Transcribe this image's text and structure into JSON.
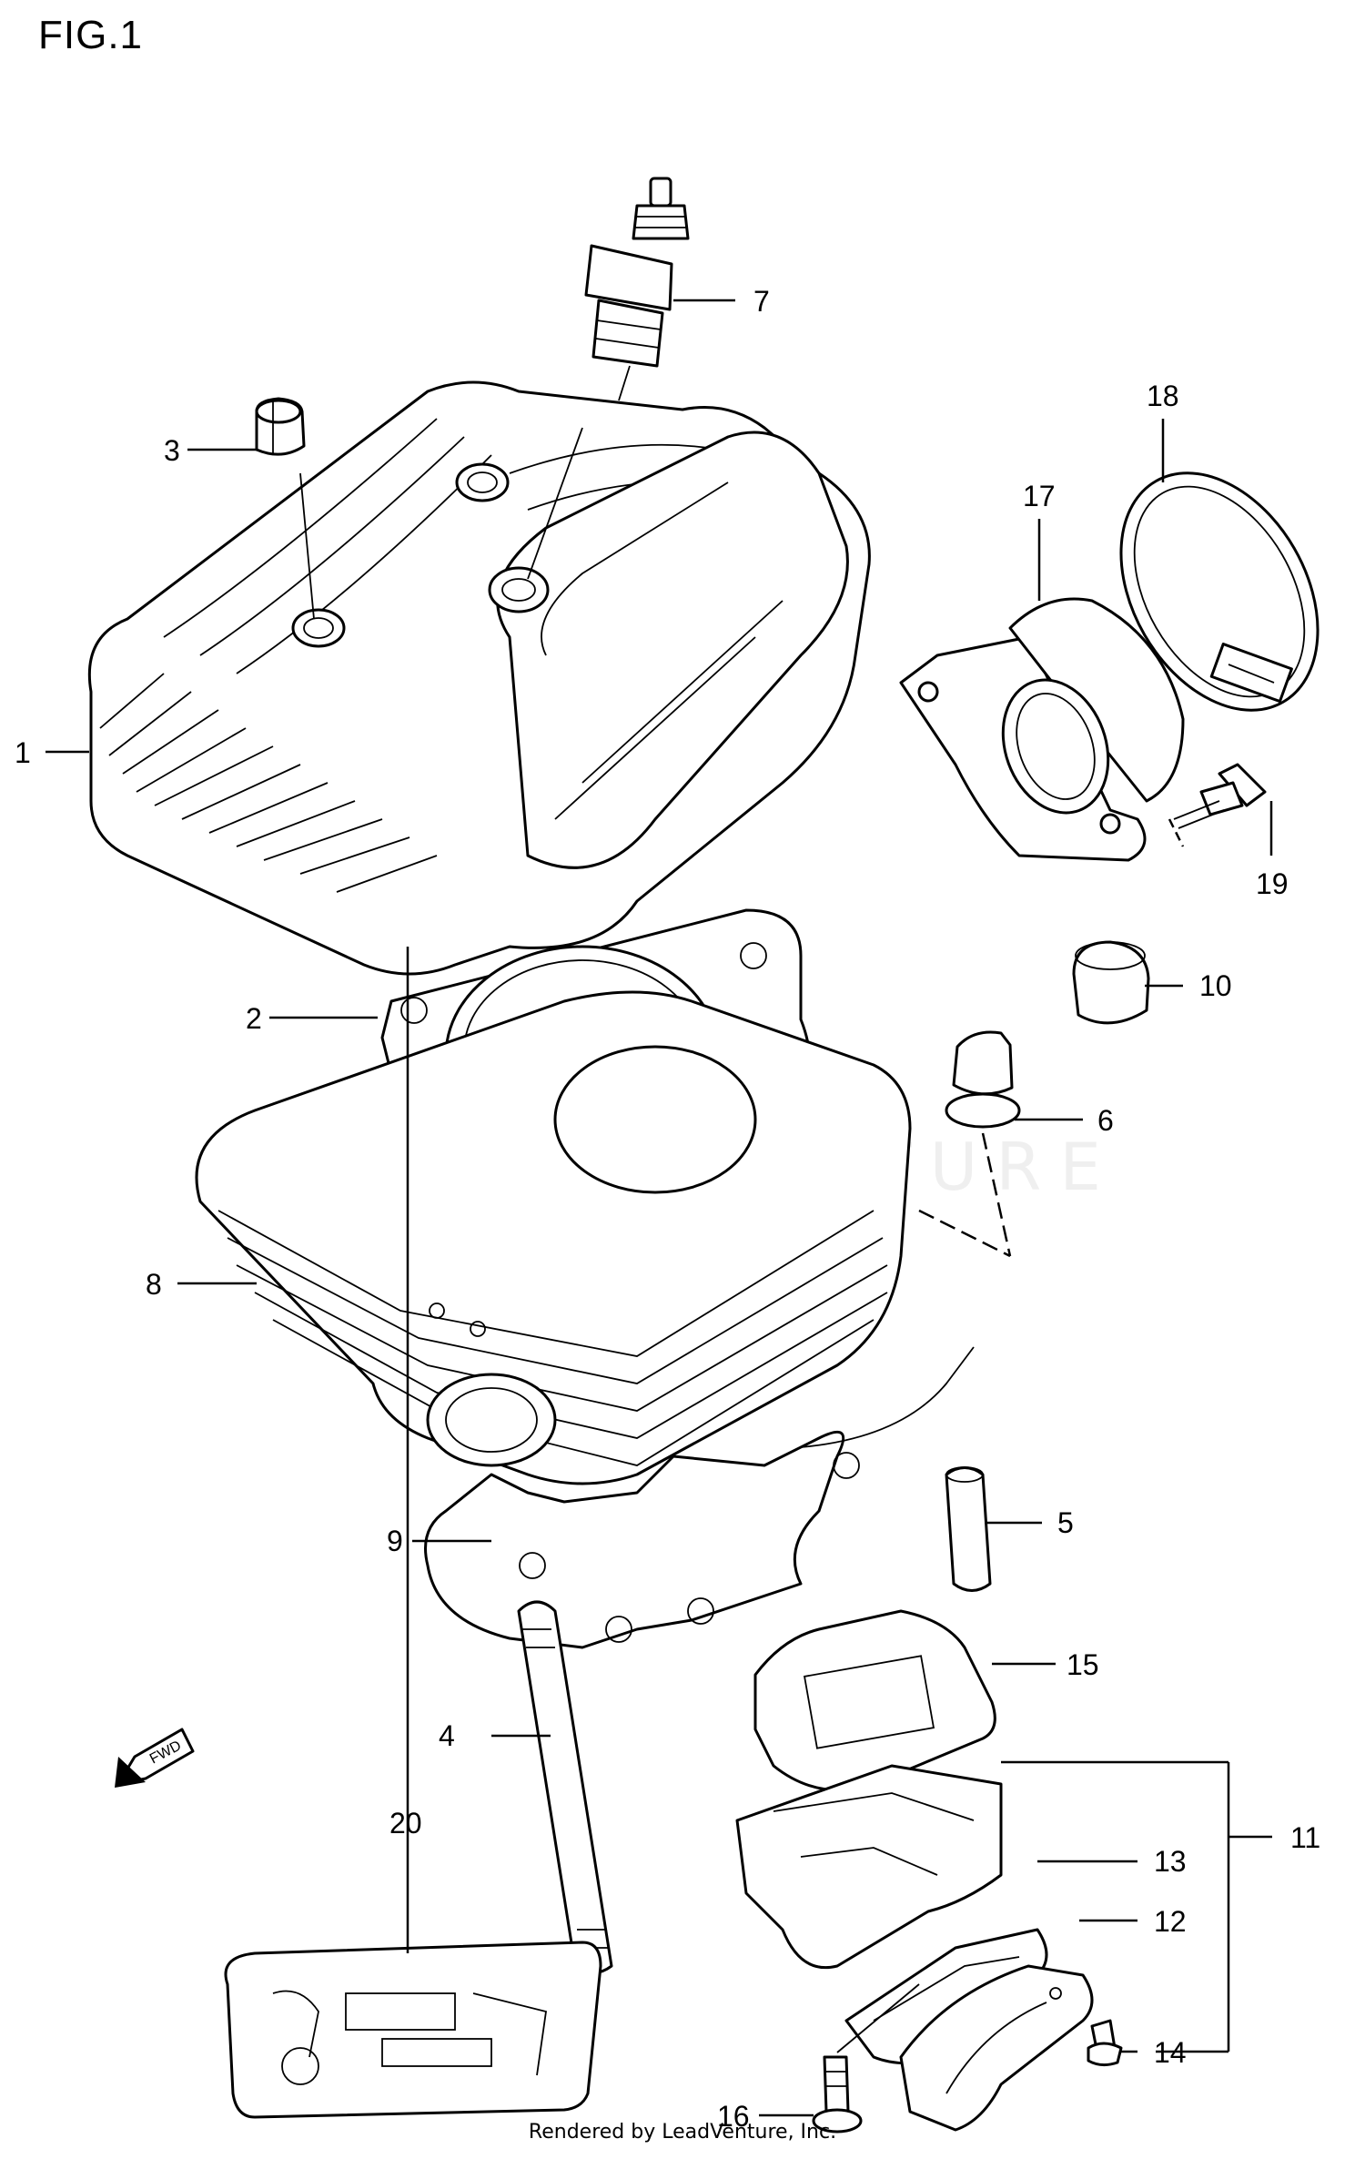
{
  "figure": {
    "title": "FIG.1",
    "footer": "Rendered by LeadVenture, Inc.",
    "watermark": "LEADVENTURE",
    "fwd_label": "FWD"
  },
  "callouts": [
    {
      "id": "1",
      "label": "1"
    },
    {
      "id": "2",
      "label": "2"
    },
    {
      "id": "3",
      "label": "3"
    },
    {
      "id": "4",
      "label": "4"
    },
    {
      "id": "5",
      "label": "5"
    },
    {
      "id": "6",
      "label": "6"
    },
    {
      "id": "7",
      "label": "7"
    },
    {
      "id": "8",
      "label": "8"
    },
    {
      "id": "9",
      "label": "9"
    },
    {
      "id": "10",
      "label": "10"
    },
    {
      "id": "11",
      "label": "11"
    },
    {
      "id": "12",
      "label": "12"
    },
    {
      "id": "13",
      "label": "13"
    },
    {
      "id": "14",
      "label": "14"
    },
    {
      "id": "15",
      "label": "15"
    },
    {
      "id": "16",
      "label": "16"
    },
    {
      "id": "17",
      "label": "17"
    },
    {
      "id": "18",
      "label": "18"
    },
    {
      "id": "19",
      "label": "19"
    },
    {
      "id": "20",
      "label": "20"
    }
  ],
  "parts": {
    "1": "cylinder-head",
    "2": "cylinder-head-gasket",
    "3": "cap-nut",
    "4": "stud",
    "5": "dowel-pin",
    "6": "cap-nut",
    "7": "spark-plug",
    "8": "cylinder",
    "9": "cylinder-base-gasket",
    "10": "cap",
    "11": "reed-valve-assembly",
    "12": "reed-stopper",
    "13": "reed-valve",
    "14": "screw",
    "15": "gasket",
    "16": "bolt",
    "17": "intake-pipe",
    "18": "clamp",
    "19": "bolt",
    "20": "gasket-set"
  }
}
